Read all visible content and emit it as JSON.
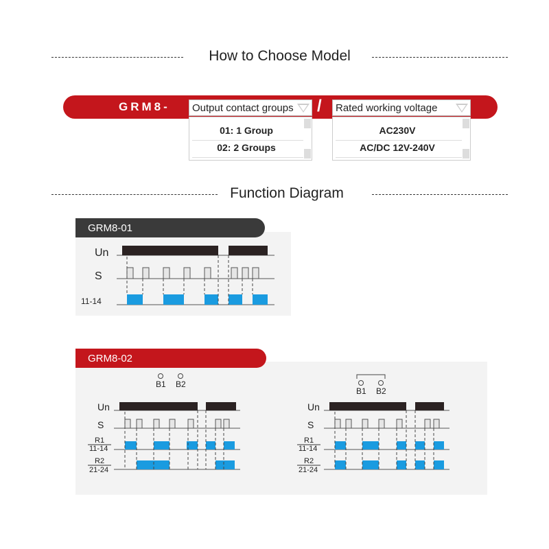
{
  "header": {
    "title": "How to Choose Model"
  },
  "model_bar": {
    "prefix": "GRM8-",
    "separator": "/",
    "output_select": {
      "label": "Output contact groups",
      "options": [
        "01: 1 Group",
        "02: 2 Groups"
      ]
    },
    "voltage_select": {
      "label": "Rated working voltage",
      "options": [
        "AC230V",
        "AC/DC 12V-240V"
      ]
    }
  },
  "function_header": {
    "title": "Function Diagram"
  },
  "diagram1": {
    "tab_label": "GRM8-01",
    "tab_color": "#3a3a3a",
    "rows": [
      "Un",
      "S",
      "11-14"
    ]
  },
  "diagram2": {
    "tab_label": "GRM8-02",
    "tab_color": "#c4161c",
    "left": {
      "buttons": [
        "B1",
        "B2"
      ],
      "rows": [
        "Un",
        "S",
        "R1",
        "11-14",
        "R2",
        "21-24"
      ]
    },
    "right": {
      "buttons": [
        "B1",
        "B2"
      ],
      "rows": [
        "Un",
        "S",
        "R1",
        "11-14",
        "R2",
        "21-24"
      ]
    }
  },
  "colors": {
    "accent_red": "#c4161c",
    "pulse_blue": "#1a9be0",
    "power_dark": "#2b2222"
  }
}
